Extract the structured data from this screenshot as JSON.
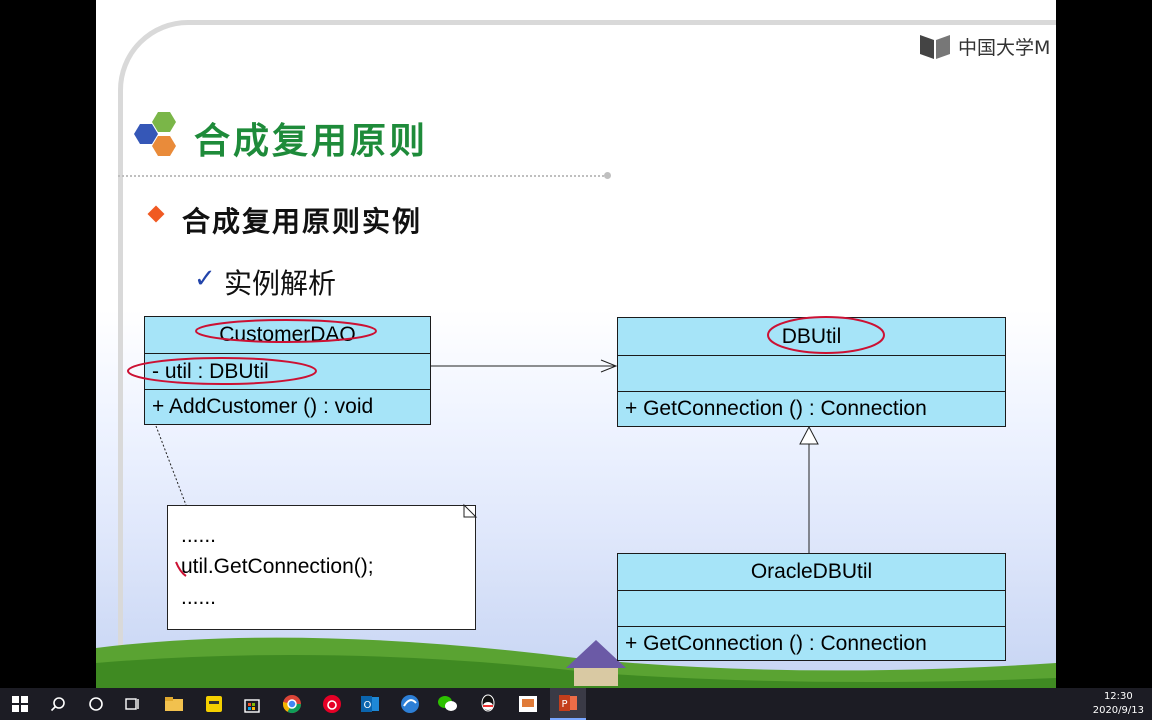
{
  "logo": {
    "text": "中国大学M"
  },
  "slide": {
    "title": "合成复用原则",
    "subtitle": "合成复用原则实例",
    "sub_bullet": "实例解析",
    "check_glyph": "✓"
  },
  "uml": {
    "customer_dao": {
      "name": "CustomerDAO",
      "attribute": "-  util  : DBUtil",
      "operation": "+  AddCustomer ()  : void"
    },
    "dbutil": {
      "name": "DBUtil",
      "attribute": "",
      "operation": "+  GetConnection ()  : Connection"
    },
    "oracle_dbutil": {
      "name": "OracleDBUtil",
      "attribute": "",
      "operation": "+  GetConnection ()  : Connection"
    },
    "note": {
      "line1": "......",
      "line2": "util.GetConnection();",
      "line3": "......"
    }
  },
  "annotation_color": "#cc1133",
  "taskbar": {
    "icons": [
      "windows-start-icon",
      "search-icon",
      "cortana-icon",
      "task-view-icon",
      "file-explorer-icon",
      "sticky-notes-icon",
      "store-icon",
      "chrome-icon",
      "netease-music-icon",
      "outlook-icon",
      "browser-icon",
      "wechat-icon",
      "qq-icon",
      "whiteboard-icon",
      "powerpoint-icon"
    ],
    "time": "12:30",
    "date": "2020/9/13"
  }
}
